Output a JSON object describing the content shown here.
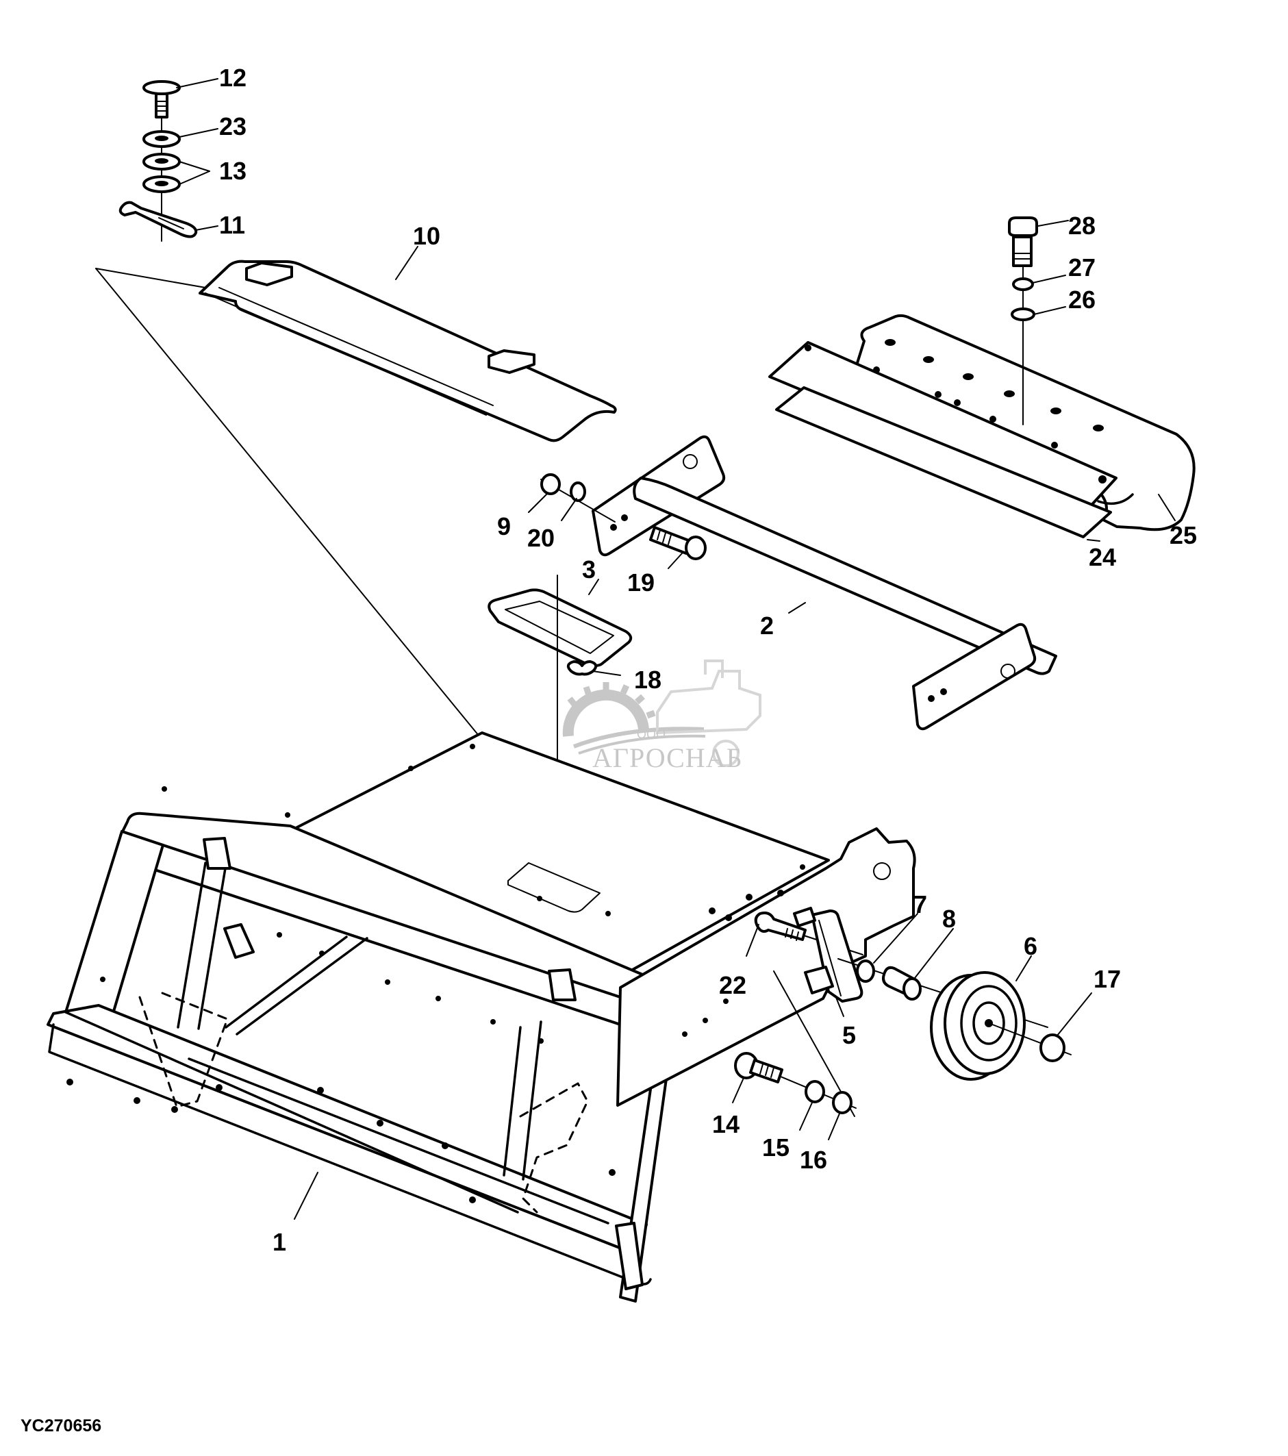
{
  "figure": {
    "code": "YC270656",
    "type": "exploded parts diagram"
  },
  "watermark": {
    "prefix": "ООО",
    "name": "АГРОСНАБ",
    "color": "#9a9a9a"
  },
  "callouts": [
    {
      "id": "1",
      "part": "main-housing"
    },
    {
      "id": "2",
      "part": "support-bracket"
    },
    {
      "id": "3",
      "part": "rectangular-gasket"
    },
    {
      "id": "5",
      "part": "wheel-bracket"
    },
    {
      "id": "6",
      "part": "wheel"
    },
    {
      "id": "7",
      "part": "washer"
    },
    {
      "id": "8",
      "part": "spacer"
    },
    {
      "id": "9",
      "part": "nut"
    },
    {
      "id": "10",
      "part": "top-cover-panel"
    },
    {
      "id": "11",
      "part": "latch-plate"
    },
    {
      "id": "12",
      "part": "knob-screw"
    },
    {
      "id": "13",
      "part": "washers-pair"
    },
    {
      "id": "14",
      "part": "bolt"
    },
    {
      "id": "15",
      "part": "washer"
    },
    {
      "id": "16",
      "part": "nut"
    },
    {
      "id": "17",
      "part": "lock-nut"
    },
    {
      "id": "18",
      "part": "wing-nut"
    },
    {
      "id": "19",
      "part": "bolt"
    },
    {
      "id": "20",
      "part": "washer"
    },
    {
      "id": "22",
      "part": "carriage-bolt"
    },
    {
      "id": "23",
      "part": "washer"
    },
    {
      "id": "24",
      "part": "deflector-plate"
    },
    {
      "id": "25",
      "part": "roller-shield"
    },
    {
      "id": "26",
      "part": "washer"
    },
    {
      "id": "27",
      "part": "lock-washer"
    },
    {
      "id": "28",
      "part": "cap-screw"
    }
  ]
}
